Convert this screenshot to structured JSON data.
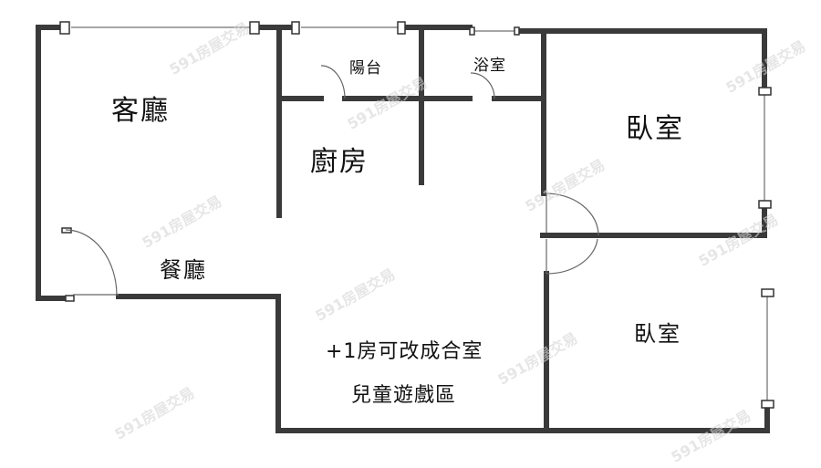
{
  "floorplan": {
    "rooms": [
      {
        "id": "living",
        "label": "客廳"
      },
      {
        "id": "dining",
        "label": "餐廳"
      },
      {
        "id": "kitchen",
        "label": "廚房"
      },
      {
        "id": "balcony",
        "label": "陽台"
      },
      {
        "id": "bathroom",
        "label": "浴室"
      },
      {
        "id": "bedroom1",
        "label": "臥室"
      },
      {
        "id": "bedroom2",
        "label": "臥室"
      },
      {
        "id": "extra",
        "label_line1": "+1房可改成合室",
        "label_line2": "兒童遊戲區"
      }
    ],
    "watermark": "591房屋交易",
    "colors": {
      "wall": "#3a3a3a",
      "window": "#777777",
      "background": "#ffffff"
    }
  }
}
